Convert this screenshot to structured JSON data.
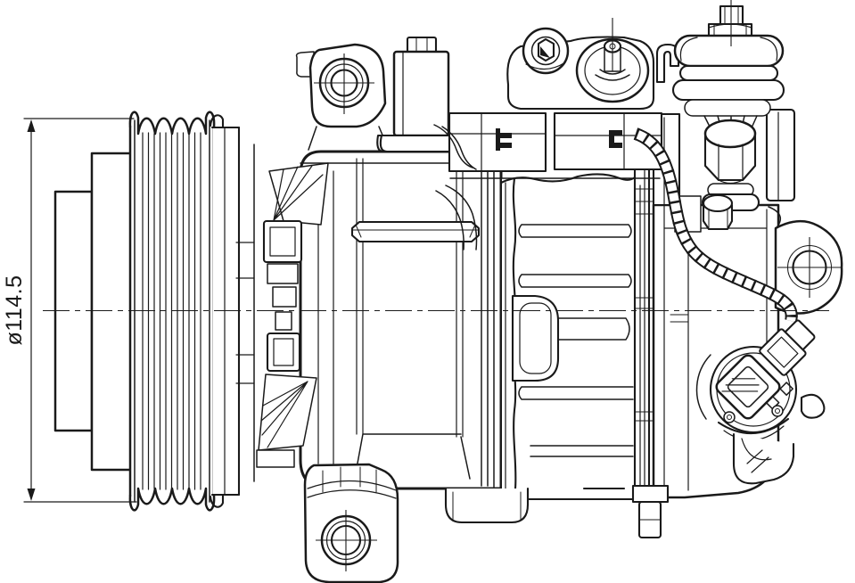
{
  "drawing": {
    "type": "technical-line-drawing",
    "subject": "ac-compressor-side-view",
    "dimension_label": "ø114.5",
    "line_color": "#1a1a1a",
    "background_color": "#ffffff",
    "parts": [
      "drive-pulley",
      "pulley-hub",
      "clutch-rotor",
      "front-bracket",
      "front-housing",
      "cylinder-block",
      "rear-head",
      "top-mounting-lug",
      "valve-cover",
      "top-rail",
      "cylinder-head-cap",
      "service-stud",
      "suction-port-assembly",
      "hex-fitting",
      "hex-bolt",
      "mounting-ear",
      "wire-loom",
      "electrical-connector",
      "front-foot",
      "rear-foot"
    ]
  }
}
